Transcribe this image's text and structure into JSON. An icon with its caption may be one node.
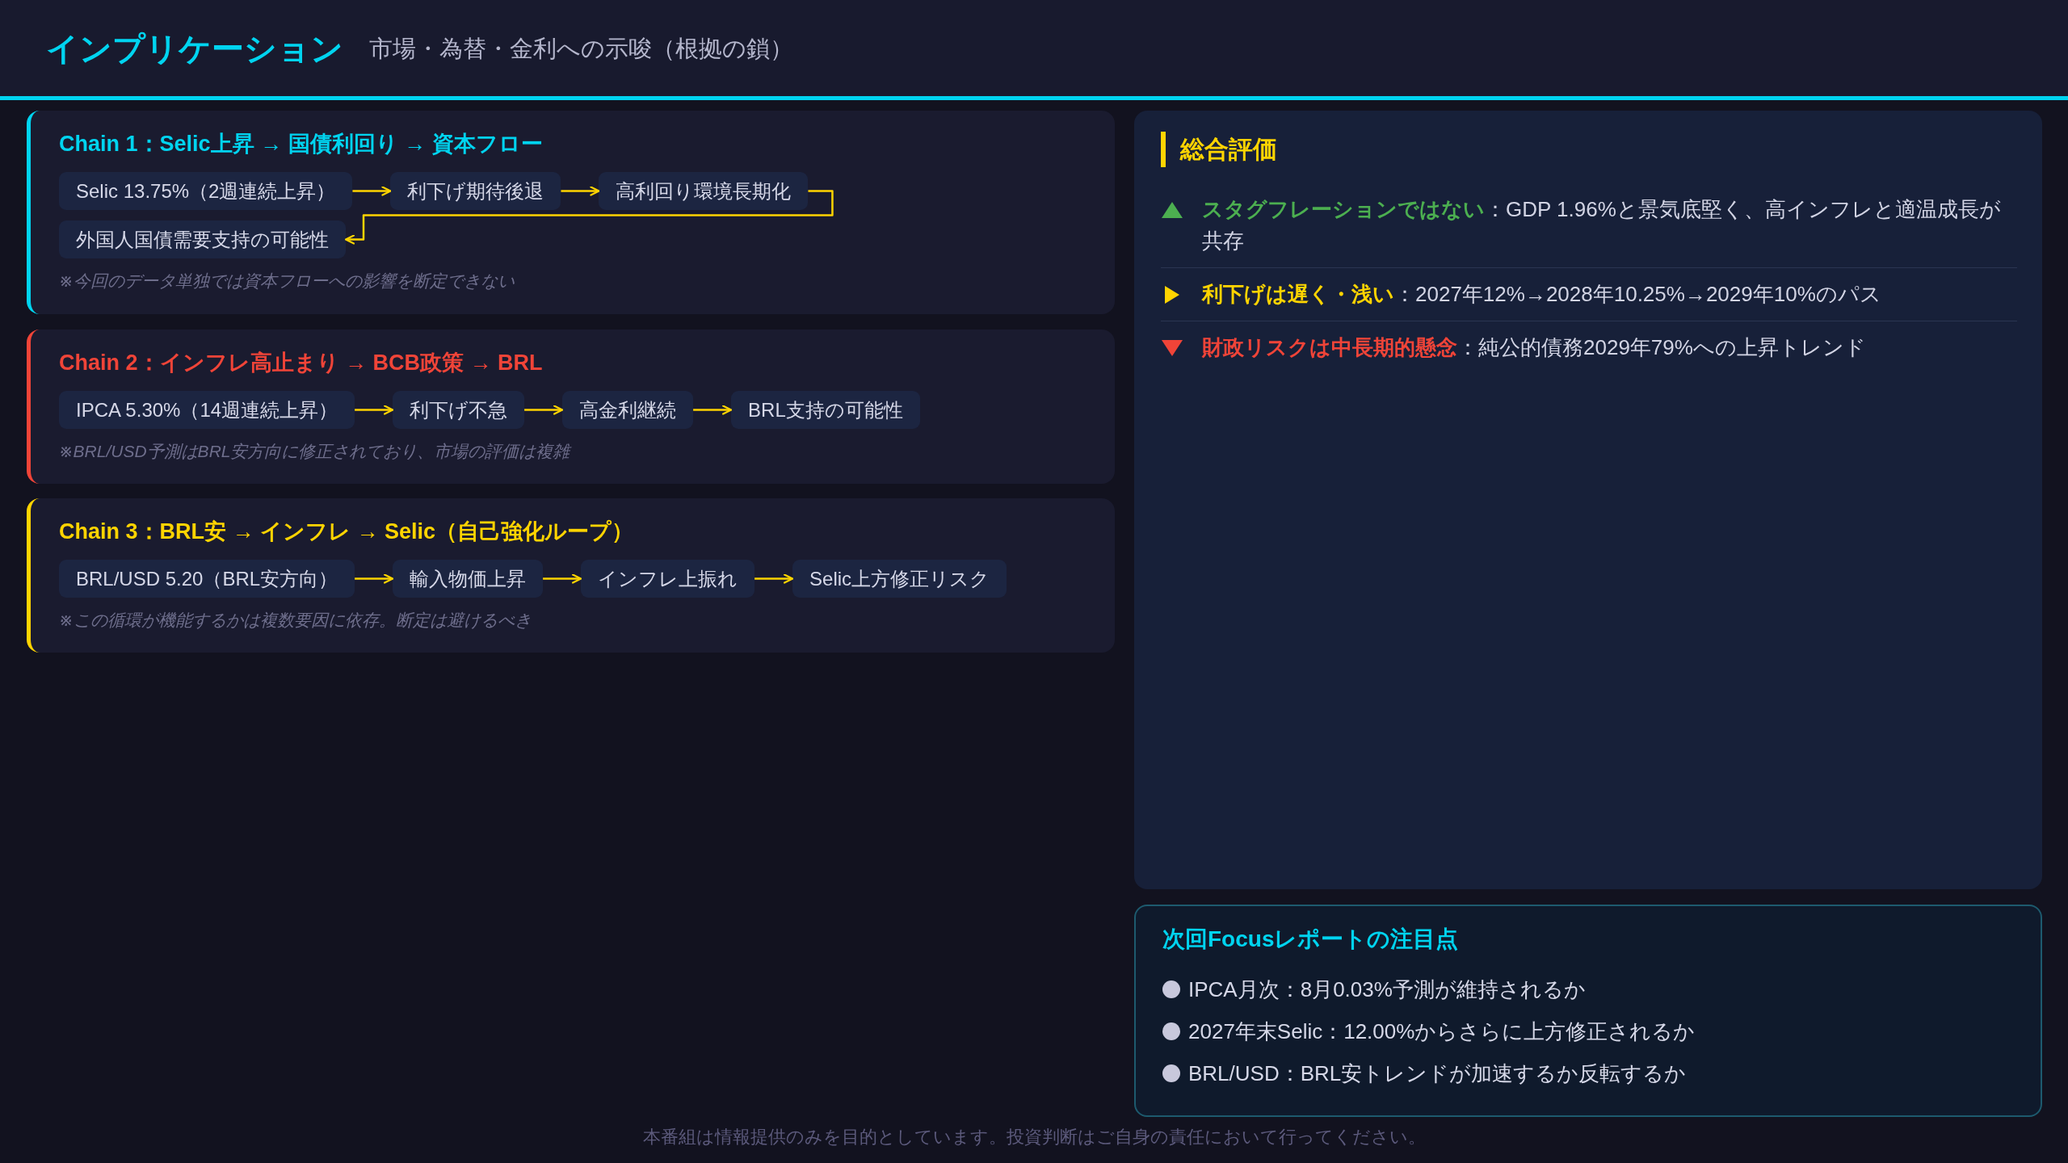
{
  "diagram": {
    "title": "インプリケーション",
    "caption": "本番組は情報提供のみを目的としています。投資判断はご自身の責任において行ってください。",
    "nodes": [
      {
        "text": [
          "Chain 1：Selic上昇 → 国債利回り → 資本フロー",
          "※今回のデータ単独では資本フローへの影響を断定できない"
        ]
      },
      {
        "text": [
          "Selic 13.75%（2週連続上昇）"
        ],
        "in": 0
      },
      {
        "text": [
          "利下げ期待後退"
        ],
        "in": 0
      },
      {
        "text": [
          "高利回り環境長期化"
        ],
        "in": 0
      },
      {
        "text": [
          "外国人国債需要支持の可能性"
        ],
        "in": 0
      },
      {
        "text": [
          "Chain 2：インフレ高止まり → BCB政策 → BRL",
          "※BRL/USD予測はBRL安方向に修正されており、市場の評価は複雑"
        ]
      },
      {
        "text": [
          "IPCA 5.30%（14週連続上昇）"
        ],
        "in": 5
      },
      {
        "text": [
          "利下げ不急"
        ],
        "in": 5
      },
      {
        "text": [
          "高金利継続"
        ],
        "in": 5
      },
      {
        "text": [
          "BRL支持の可能性"
        ],
        "in": 5
      },
      {
        "text": [
          "Chain 3：BRL安 → インフレ → Selic（自己強化ループ）",
          "※この循環が機能するかは複数要因に依存。断定は避けるべき"
        ]
      },
      {
        "text": [
          "BRL/USD 5.20（BRL安方向）"
        ],
        "in": 10
      },
      {
        "text": [
          "輸入物価上昇"
        ],
        "in": 10
      },
      {
        "text": [
          "インフレ上振れ"
        ],
        "in": 10
      },
      {
        "text": [
          "Selic上方修正リスク"
        ],
        "in": 10
      },
      {
        "text": [
          "総合評価",
          "**スタグフレーションではない**：GDP 1.96%と景気底堅く、高インフレと適温成長が共存",
          "**利下げは遅く・浅い**：2027年12%→2028年10.25%→2029年10%のパス",
          "**財政リスクは中長期的懸念**：純公的債務2029年79%への上昇トレンド"
        ]
      },
      {
        "text": [
          "次回Focusレポートの注目点",
          "IPCA月次：8月0.03%予測が維持されるか",
          "2027年末Selic：12.00%からさらに上方修正されるか",
          "BRL/USD：BRL安トレンドが加速するか反転するか"
        ]
      }
    ],
    "edges": [
      {
        "from": 1,
        "to": 2,
        "arrow": "to"
      },
      {
        "from": 2,
        "to": 3,
        "arrow": "to"
      },
      {
        "from": 3,
        "to": 4,
        "arrow": "to"
      },
      {
        "from": 6,
        "to": 7,
        "arrow": "to"
      },
      {
        "from": 7,
        "to": 8,
        "arrow": "to"
      },
      {
        "from": 8,
        "to": 9,
        "arrow": "to"
      },
      {
        "from": 11,
        "to": 12,
        "arrow": "to"
      },
      {
        "from": 12,
        "to": 13,
        "arrow": "to"
      },
      {
        "from": 13,
        "to": 14,
        "arrow": "to"
      }
    ],
    "labels": [
      "市場・為替・金利への示唆（根拠の鎖）"
    ]
  }
}
